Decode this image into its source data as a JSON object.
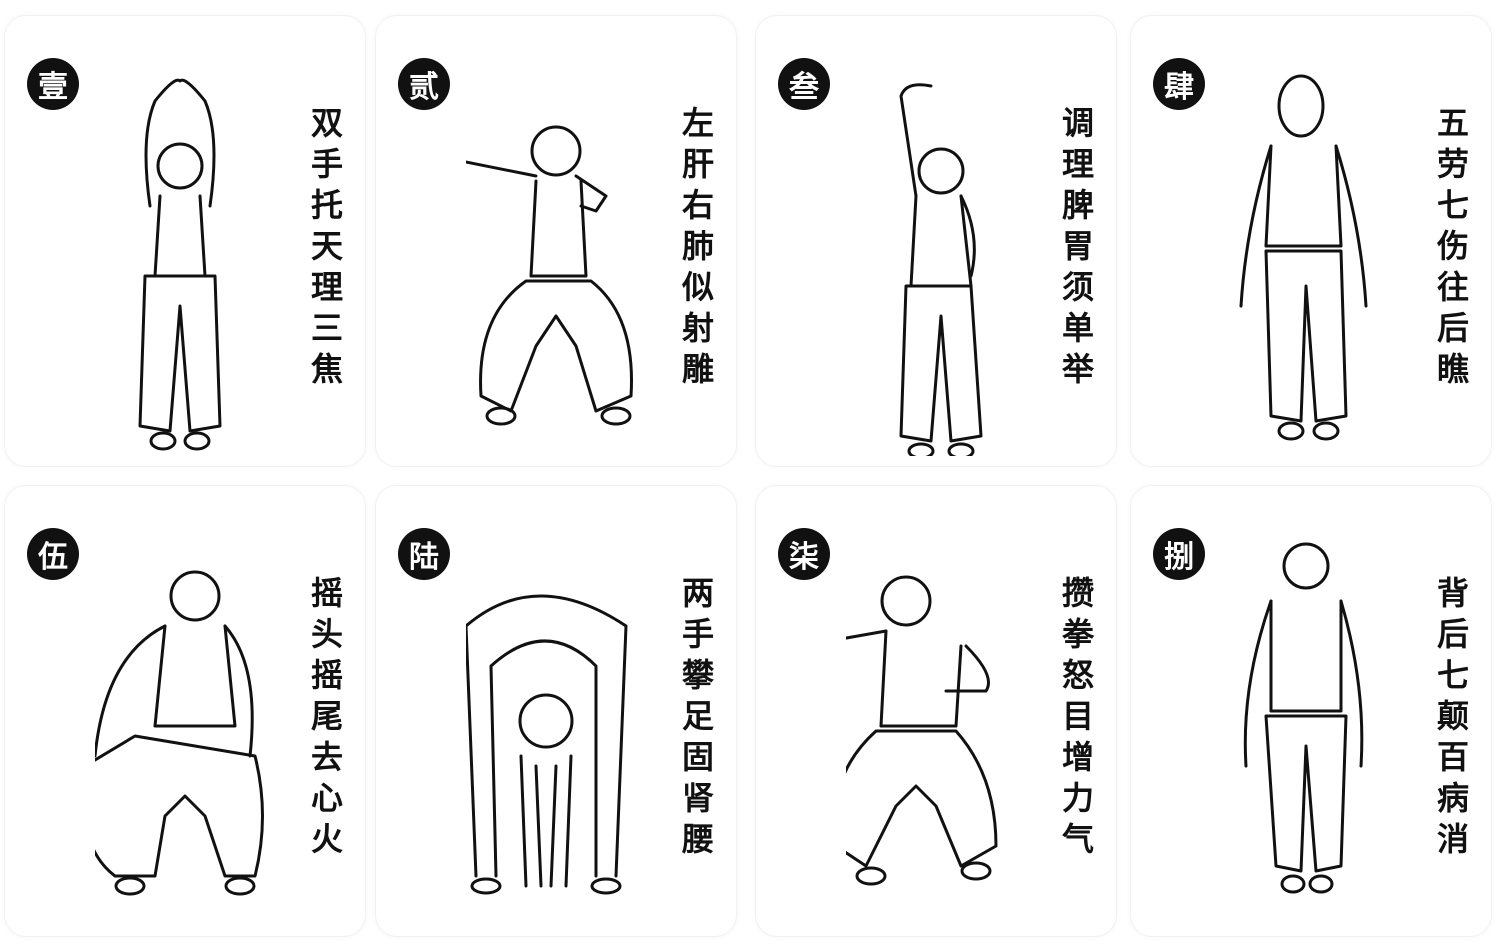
{
  "cards": [
    {
      "numeral": "壹",
      "caption": "双手托天理三焦"
    },
    {
      "numeral": "贰",
      "caption": "左肝右肺似射雕"
    },
    {
      "numeral": "叁",
      "caption": "调理脾胃须单举"
    },
    {
      "numeral": "肆",
      "caption": "五劳七伤往后瞧"
    },
    {
      "numeral": "伍",
      "caption": "摇头摇尾去心火"
    },
    {
      "numeral": "陆",
      "caption": "两手攀足固肾腰"
    },
    {
      "numeral": "柒",
      "caption": "攒拳怒目增力气"
    },
    {
      "numeral": "捌",
      "caption": "背后七颠百病消"
    }
  ]
}
